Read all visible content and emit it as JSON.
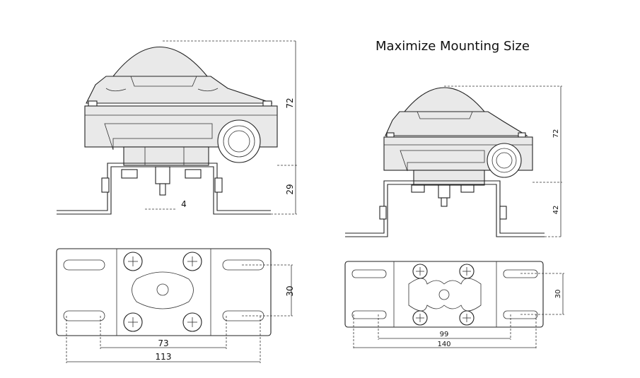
{
  "title": "Maximize Mounting Size",
  "left_view": {
    "height_top": "72",
    "height_bracket": "29",
    "pin_width": "4",
    "slot_spacing_vertical": "30",
    "hole_spacing": "73",
    "overall_width": "113"
  },
  "right_view": {
    "height_top": "72",
    "height_bracket": "42",
    "slot_spacing_vertical": "30",
    "hole_spacing": "99",
    "overall_width": "140"
  },
  "colors": {
    "line": "#222222",
    "body_fill": "#e9e9e9",
    "background": "#ffffff"
  }
}
